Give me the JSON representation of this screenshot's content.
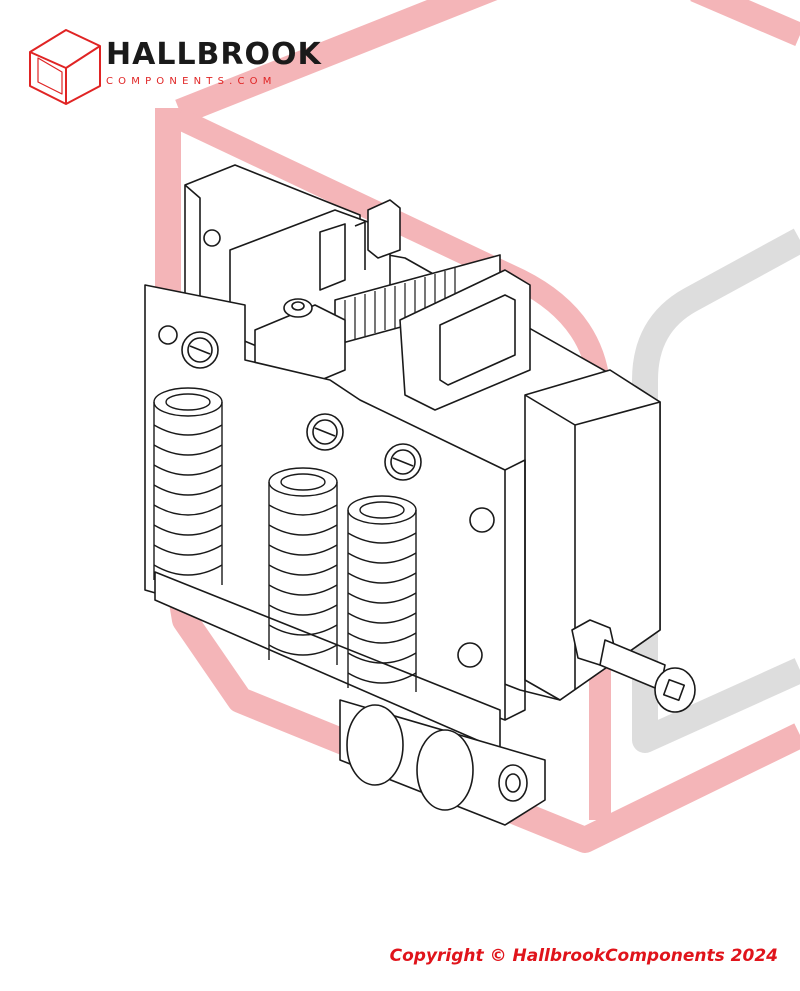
{
  "brand": {
    "name": "HALLBROOK",
    "subtitle": "COMPONENTS.COM",
    "accent_color": "#e02424",
    "logo_icon": "cube-icon"
  },
  "watermark": {
    "red_color": "#f4b5b8",
    "grey_color": "#dddddd"
  },
  "drawing": {
    "line_color": "#1a1a1a",
    "subject": "spring-loaded-assembly"
  },
  "footer": {
    "copyright": "Copyright © HallbrookComponents 2024",
    "color": "#e0141b"
  }
}
